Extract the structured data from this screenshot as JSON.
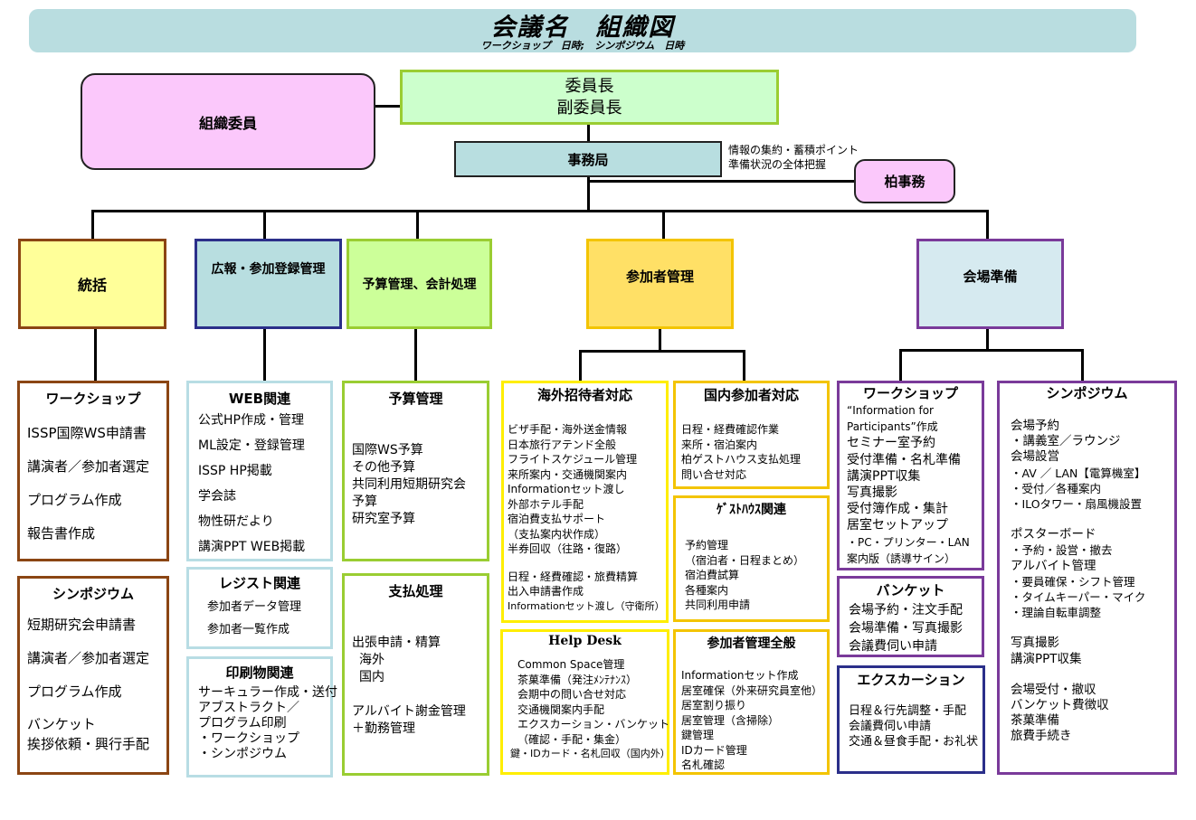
{
  "header": {
    "title": "会議名　組織図",
    "subtitle": "ワークショップ　日時;　シンポジウム　日時"
  },
  "top": {
    "chair": "委員長",
    "vice_chair": "副委員長",
    "org_committee": "組織委員",
    "secretariat": "事務局",
    "secretariat_note_1": "情報の集約・蓄積ポイント",
    "secretariat_note_2": "準備状況の全体把握",
    "kashiwa_office": "柏事務"
  },
  "colors": {
    "header_bar": "#b9dde0",
    "org_committee_fill": "#fbc8fb",
    "chair_border": "#9acd32",
    "secretariat_fill": "#b8dee0",
    "brown": "#8b4513",
    "navy": "#2b2f8a",
    "light_blue_border": "#b8dde4",
    "green": "#9acd32",
    "gold": "#f3c400",
    "yellow_border": "#ffee00",
    "purple": "#7a3a9a"
  },
  "departments": {
    "general": {
      "title": "統括",
      "workshop": {
        "title": "ワークショップ",
        "items": [
          "ISSP国際WS申請書",
          "講演者／参加者選定",
          "プログラム作成",
          "報告書作成"
        ]
      },
      "symposium": {
        "title": "シンポジウム",
        "items": [
          "短期研究会申請書",
          "講演者／参加者選定",
          "プログラム作成",
          "バンケット",
          "挨拶依頼・興行手配"
        ]
      }
    },
    "pr": {
      "title": "広報・参加登録管理",
      "web": {
        "title": "WEB関連",
        "items": [
          "公式HP作成・管理",
          "ML設定・登録管理",
          "ISSP HP掲載",
          "学会誌",
          "物性研だより",
          "講演PPT WEB掲載"
        ]
      },
      "registration": {
        "title": "レジスト関連",
        "items": [
          "参加者データ管理",
          "参加者一覧作成"
        ]
      },
      "print": {
        "title": "印刷物関連",
        "items": [
          "サーキュラー作成・送付",
          "アブストラクト／",
          "プログラム印刷",
          "・ワークショップ",
          "・シンポジウム"
        ]
      }
    },
    "budget": {
      "title": "予算管理、会計処理",
      "budget_mgmt": {
        "title": "予算管理",
        "items": [
          "国際WS予算",
          "その他予算",
          "共同利用短期研究会",
          "予算",
          "研究室予算"
        ]
      },
      "payment": {
        "title": "支払処理",
        "items": [
          "出張申請・精算",
          "海外",
          "国内",
          "アルバイト謝金管理",
          "＋勤務管理"
        ]
      }
    },
    "participants": {
      "title": "参加者管理",
      "overseas": {
        "title": "海外招待者対応",
        "items": [
          "ビザ手配・海外送金情報",
          "日本旅行アテンド全般",
          "フライトスケジュール管理",
          "来所案内・交通機関案内",
          "Informationセット渡し",
          "外部ホテル手配",
          "宿泊費支払サポート",
          "（支払案内状作成）",
          "半券回収（往路・復路）",
          "日程・経費確認・旅費精算",
          "出入申請書作成",
          "Informationセット渡し（守衛所）"
        ]
      },
      "domestic": {
        "title": "国内参加者対応",
        "items": [
          "日程・経費確認作業",
          "来所・宿泊案内",
          "柏ゲストハウス支払処理",
          "問い合せ対応"
        ]
      },
      "guesthouse": {
        "title": "ｹﾞｽﾄﾊｳｽ関連",
        "items": [
          "予約管理",
          "（宿泊者・日程まとめ）",
          "宿泊費試算",
          "各種案内",
          "共同利用申請"
        ]
      },
      "helpdesk": {
        "title": "Help Desk",
        "items": [
          "Common Space管理",
          "茶菓準備（発注ﾒﾝﾃﾅﾝｽ）",
          "会期中の問い合せ対応",
          "交通機関案内手配",
          "エクスカーション・バンケット",
          "（確認・手配・集金）",
          "鍵・IDカード・名札回収（国内外）"
        ]
      },
      "general_mgmt": {
        "title": "参加者管理全般",
        "items": [
          "Informationセット作成",
          "居室確保（外来研究員室他）",
          "居室割り振り",
          "居室管理（含掃除）",
          "鍵管理",
          "IDカード管理",
          "名札確認"
        ]
      }
    },
    "venue": {
      "title": "会場準備",
      "workshop": {
        "title": "ワークショップ",
        "items": [
          "“Information for",
          "Participants”作成",
          "セミナー室予約",
          "受付準備・名札準備",
          "講演PPT収集",
          "写真撮影",
          "受付簿作成・集計",
          "居室セットアップ",
          "・PC・プリンター・LAN",
          "案内版（誘導サイン）"
        ]
      },
      "banquet": {
        "title": "バンケット",
        "items": [
          "会場予約・注文手配",
          "会場準備・写真撮影",
          "会議費伺い申請"
        ]
      },
      "excursion": {
        "title": "エクスカーション",
        "items": [
          "日程＆行先調整・手配",
          "会議費伺い申請",
          "交通＆昼食手配・お礼状"
        ]
      },
      "symposium": {
        "title": "シンポジウム",
        "items": [
          "会場予約",
          "・講義室／ラウンジ",
          "会場設営",
          "・AV ／ LAN【電算機室】",
          "・受付／各種案内",
          "・ILOタワー・扇風機設置",
          "",
          "ポスターボード",
          "・予約・設営・撤去",
          "アルバイト管理",
          "・要員確保・シフト管理",
          "・タイムキーパー・マイク",
          "・理論自転車調整",
          "",
          "写真撮影",
          "講演PPT収集",
          "",
          "会場受付・撤収",
          "バンケット費徴収",
          "茶菓準備",
          "旅費手続き"
        ]
      }
    }
  }
}
